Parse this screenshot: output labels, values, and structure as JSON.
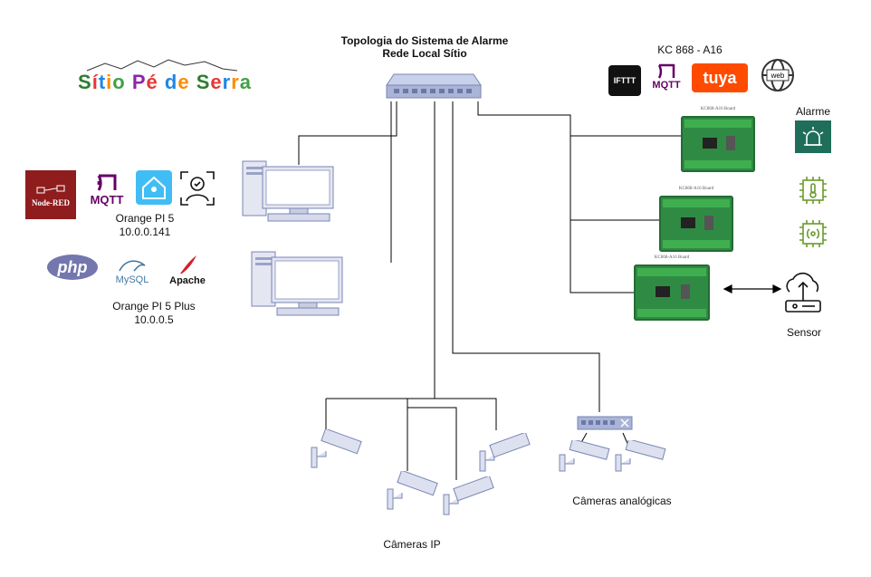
{
  "title": {
    "line1": "Topologia do Sistema de Alarme",
    "line2": "Rede Local Sítio"
  },
  "brand": {
    "text": "Sítio Pé de Serra"
  },
  "servers": [
    {
      "name": "Orange PI 5",
      "ip": "10.0.0.141"
    },
    {
      "name": "Orange PI 5 Plus",
      "ip": "10.0.0.5"
    }
  ],
  "logos": {
    "nodered": "Node-RED",
    "mqtt": "MQTT",
    "php": "php",
    "mysql": "MySQL",
    "apache": "Apache",
    "ifttt": "IFTTT",
    "tuya": "tuya",
    "web": "web"
  },
  "boards": {
    "label": "KC 868 - A16",
    "chip_label": "KC868-A16 Board"
  },
  "alarm": {
    "label": "Alarme"
  },
  "sensor": {
    "label": "Sensor"
  },
  "cameras": {
    "ip_label": "Câmeras IP",
    "analog_label": "Câmeras analógicas"
  },
  "colors": {
    "brand_s": "#2e7d32",
    "brand_i": "#e53935",
    "brand_t": "#1e88e5",
    "brand_o": "#fb8c00",
    "board": "#2f8b43",
    "alarm_bg": "#1e6e5a",
    "chip_green": "#6a9a2d",
    "nodered": "#8f1d1d",
    "mqtt": "#660066",
    "tuya": "#ff4b00",
    "php": "#7377ad",
    "switch": "#aab4d6"
  }
}
